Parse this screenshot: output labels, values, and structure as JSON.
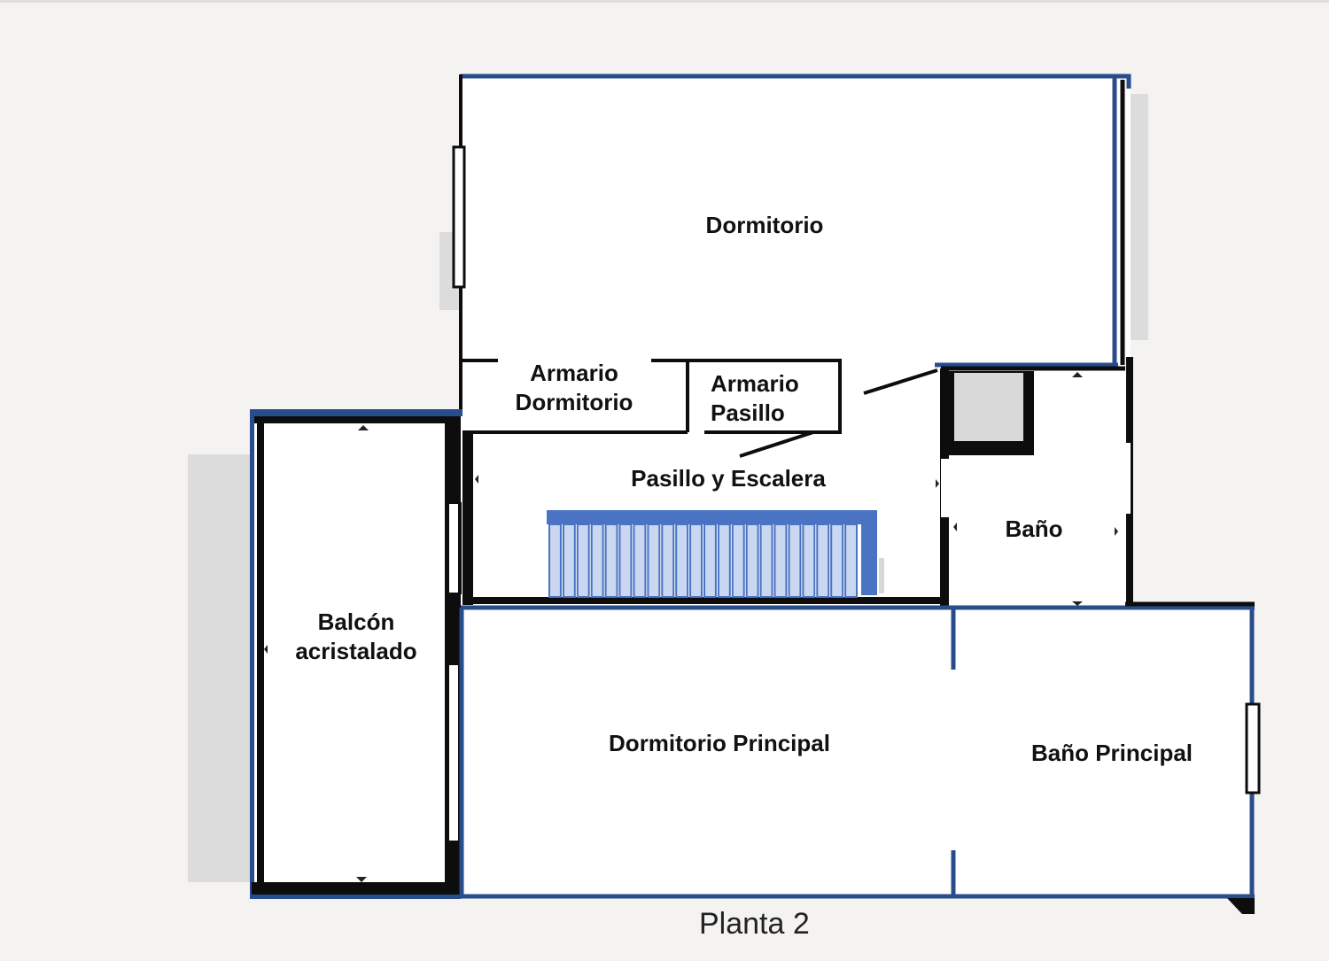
{
  "floor": {
    "caption": "Planta 2"
  },
  "rooms": {
    "dormitorio": "Dormitorio",
    "armario_dormitorio": [
      "Armario",
      "Dormitorio"
    ],
    "armario_pasillo": [
      "Armario",
      "Pasillo"
    ],
    "pasillo_escalera": "Pasillo y Escalera",
    "bano": "Baño",
    "balcon": [
      "Balcón",
      "acristalado"
    ],
    "dormitorio_principal": "Dormitorio Principal",
    "bano_principal": "Baño Principal"
  },
  "colors": {
    "wall_blue": "#284d8c",
    "wall_black": "#0d0d0d",
    "stair_blue": "#4a73c4",
    "stair_step": "#c9d7f0",
    "shadow": "#dcdcdc",
    "background": "#f4f3f1"
  }
}
